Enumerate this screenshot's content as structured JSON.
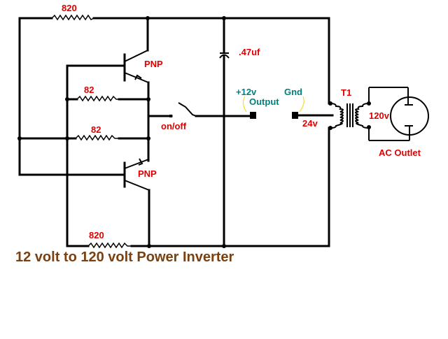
{
  "title": "12 volt to 120 volt Power Inverter",
  "components": {
    "resistor_top": "820",
    "resistor_bottom": "820",
    "resistor_mid1": "82",
    "resistor_mid2": "82",
    "transistor_top": "PNP",
    "transistor_bottom": "PNP",
    "switch": "on/off",
    "capacitor": ".47uf",
    "transformer": "T1",
    "primary_voltage": "24v",
    "secondary_voltage": "120v",
    "outlet": "AC Outlet"
  },
  "output": {
    "positive": "+12v",
    "ground": "Gnd",
    "label": "Output"
  },
  "colors": {
    "label": "#e00000",
    "output_label": "#007f7f",
    "title": "#7a4010",
    "wire": "#000000"
  }
}
